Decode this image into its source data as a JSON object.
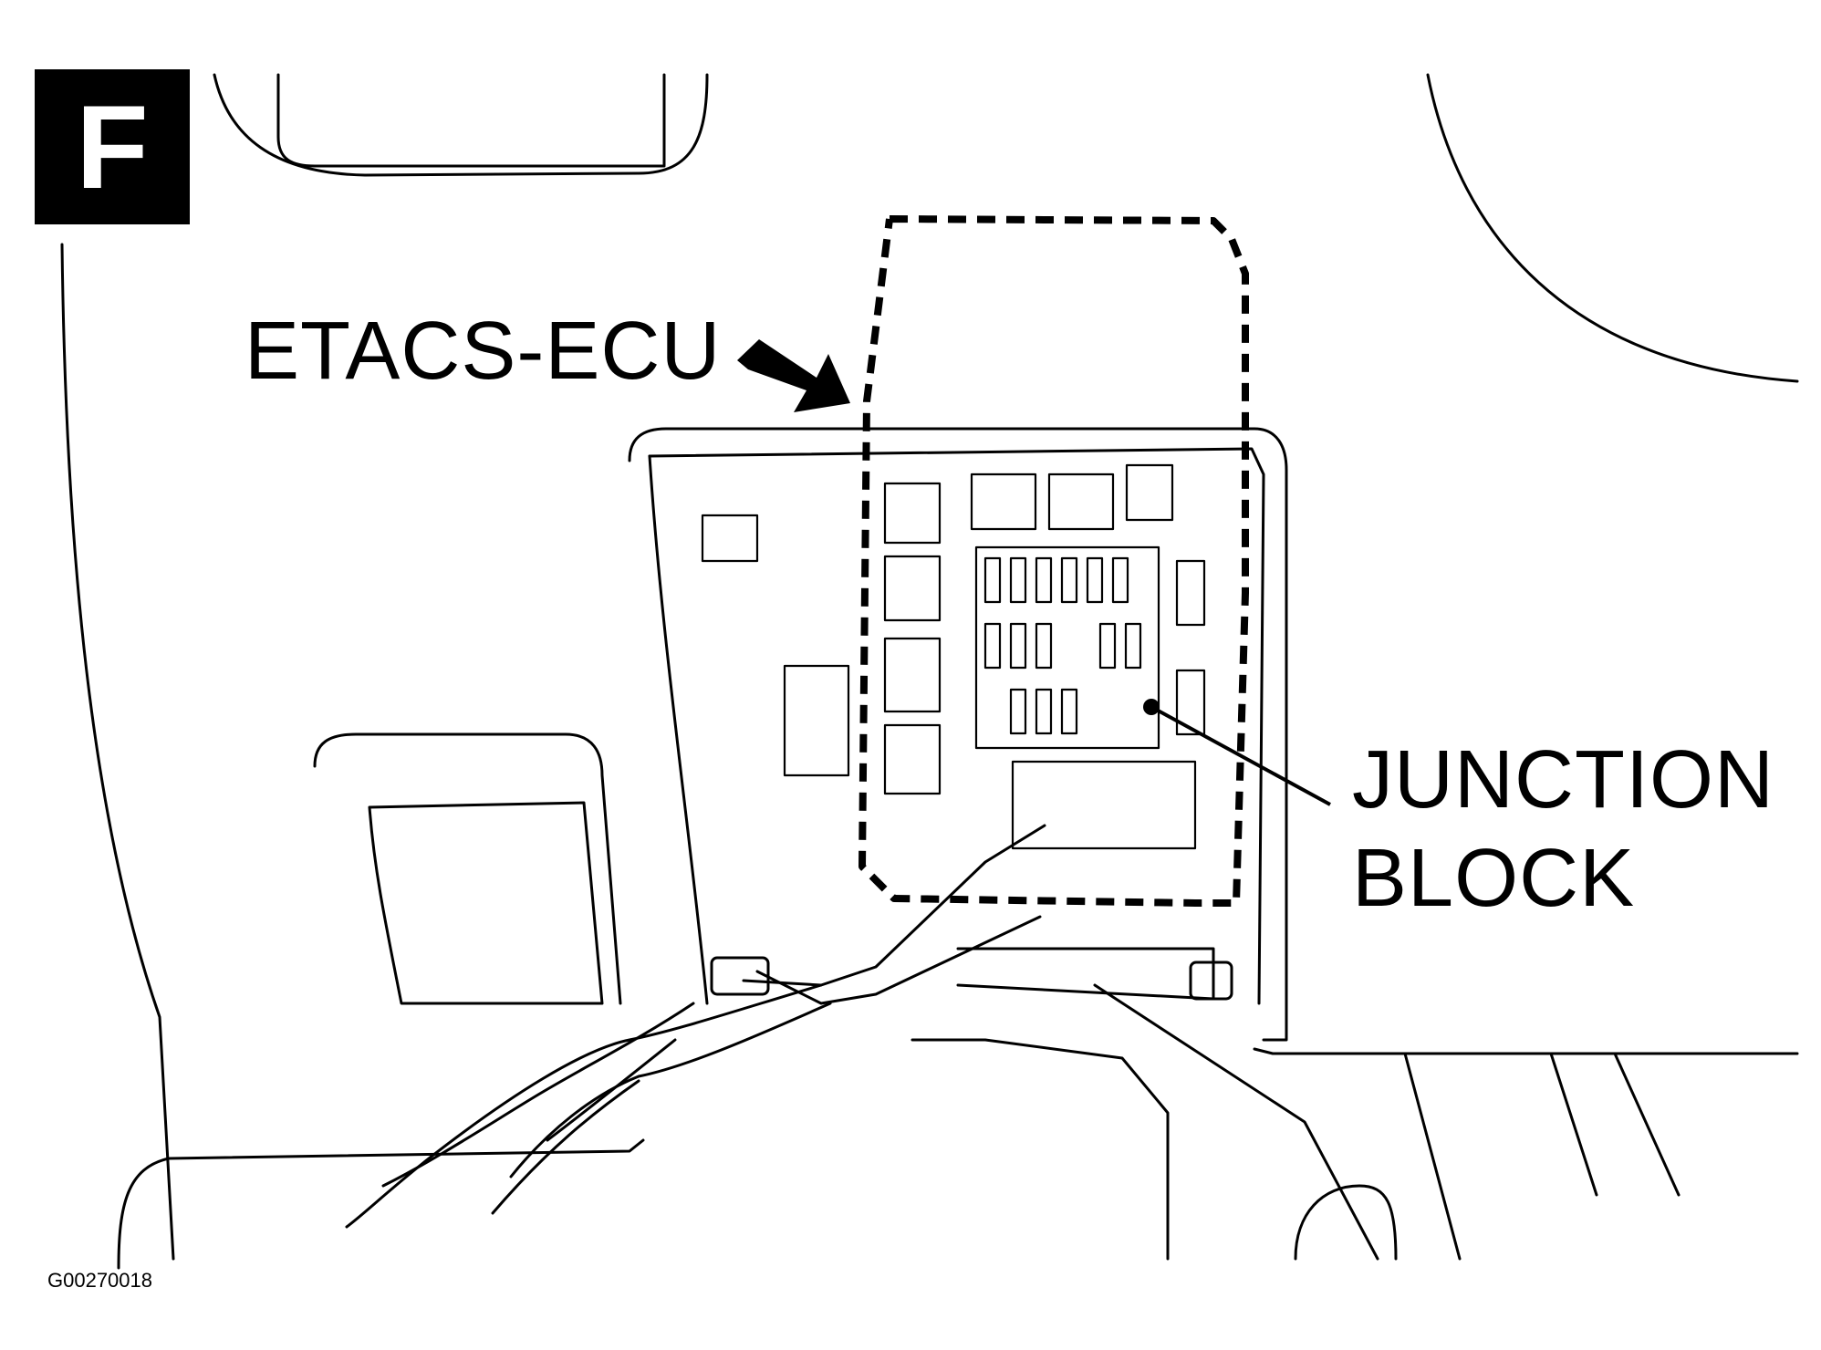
{
  "figure": {
    "badge_letter": "F",
    "figure_id": "G00270018"
  },
  "callouts": {
    "etacs_ecu": "ETACS-ECU",
    "junction_block_line1": "JUNCTION",
    "junction_block_line2": "BLOCK"
  },
  "colors": {
    "ink": "#000000",
    "paper": "#ffffff"
  }
}
